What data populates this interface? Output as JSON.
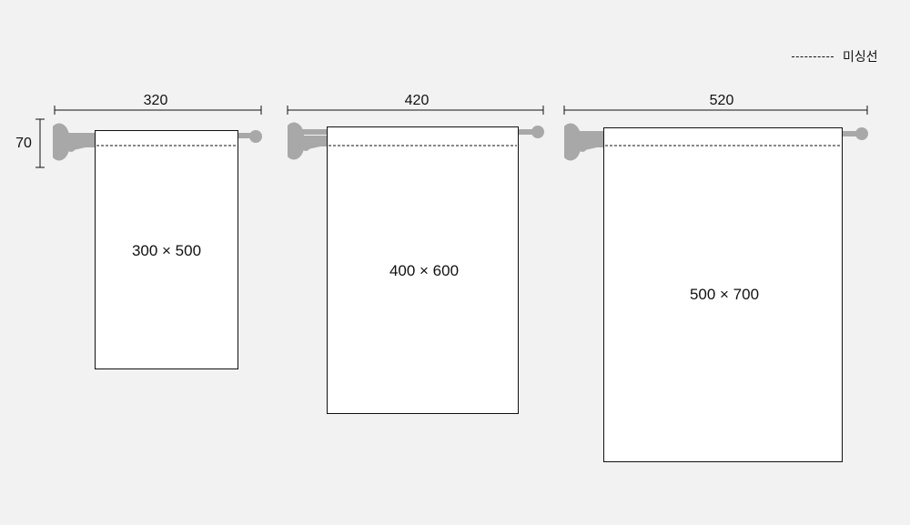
{
  "legend": {
    "label": "미싱선"
  },
  "height_label": "70",
  "items": [
    {
      "rod_width": "320",
      "panel_size": "300 × 500"
    },
    {
      "rod_width": "420",
      "panel_size": "400 × 600"
    },
    {
      "rod_width": "520",
      "panel_size": "500 × 700"
    }
  ],
  "colors": {
    "background": "#f2f2f2",
    "hardware": "#a8a8a8",
    "panel": "#ffffff",
    "line": "#111111"
  }
}
